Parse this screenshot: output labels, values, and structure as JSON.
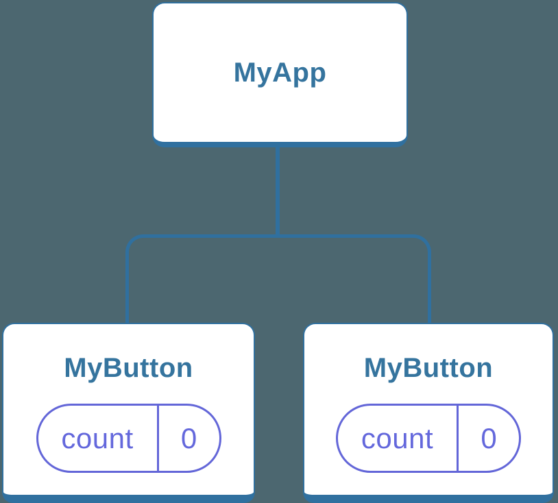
{
  "diagram": {
    "description": "React component tree diagram: parent component with two child components each holding independent state",
    "tree": {
      "root": {
        "label": "MyApp"
      },
      "children": [
        {
          "label": "MyButton",
          "state": {
            "key": "count",
            "value": "0"
          }
        },
        {
          "label": "MyButton",
          "state": {
            "key": "count",
            "value": "0"
          }
        }
      ]
    }
  },
  "colors": {
    "background": "#4C6770",
    "line_blue": "#30709F",
    "box_fill": "#FFFFFF",
    "title_text": "#35749E",
    "pill_border": "#6366D8",
    "pill_text": "#6468DC"
  }
}
